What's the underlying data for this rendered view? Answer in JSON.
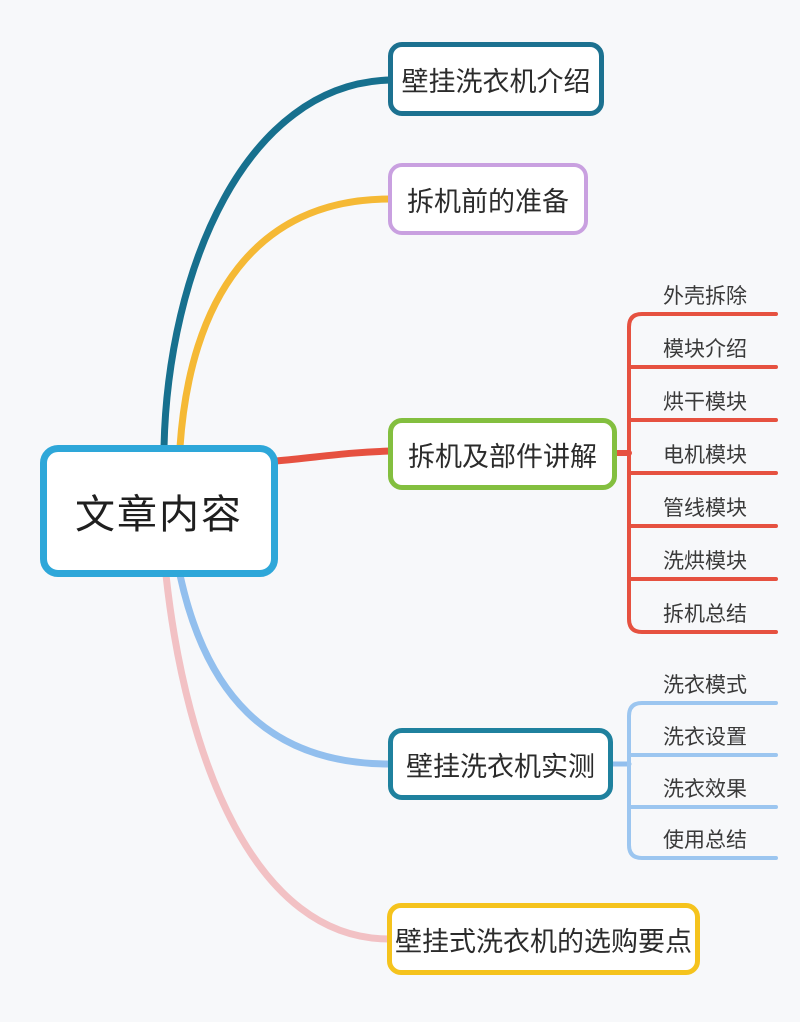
{
  "diagram_type": "mindmap",
  "background_color": "#f7f8fa",
  "root": {
    "label": "文章内容",
    "border_color": "#2ea7d9"
  },
  "branches": [
    {
      "label": "壁挂洗衣机介绍",
      "border_color": "#1c7190",
      "branch_color": "#17708e",
      "children": []
    },
    {
      "label": "拆机前的准备",
      "border_color": "#c9a0e0",
      "branch_color": "#f5b935",
      "children": []
    },
    {
      "label": "拆机及部件讲解",
      "border_color": "#83bf3f",
      "branch_color": "#e65140",
      "children": [
        {
          "label": "外壳拆除"
        },
        {
          "label": "模块介绍"
        },
        {
          "label": "烘干模块"
        },
        {
          "label": "电机模块"
        },
        {
          "label": "管线模块"
        },
        {
          "label": "洗烘模块"
        },
        {
          "label": "拆机总结"
        }
      ]
    },
    {
      "label": "壁挂洗衣机实测",
      "border_color": "#1f819e",
      "branch_color": "#92bfee",
      "children": [
        {
          "label": "洗衣模式"
        },
        {
          "label": "洗衣设置"
        },
        {
          "label": "洗衣效果"
        },
        {
          "label": "使用总结"
        }
      ]
    },
    {
      "label": "壁挂式洗衣机的选购要点",
      "border_color": "#f5c31d",
      "branch_color": "#f2c1c4",
      "children": []
    }
  ]
}
